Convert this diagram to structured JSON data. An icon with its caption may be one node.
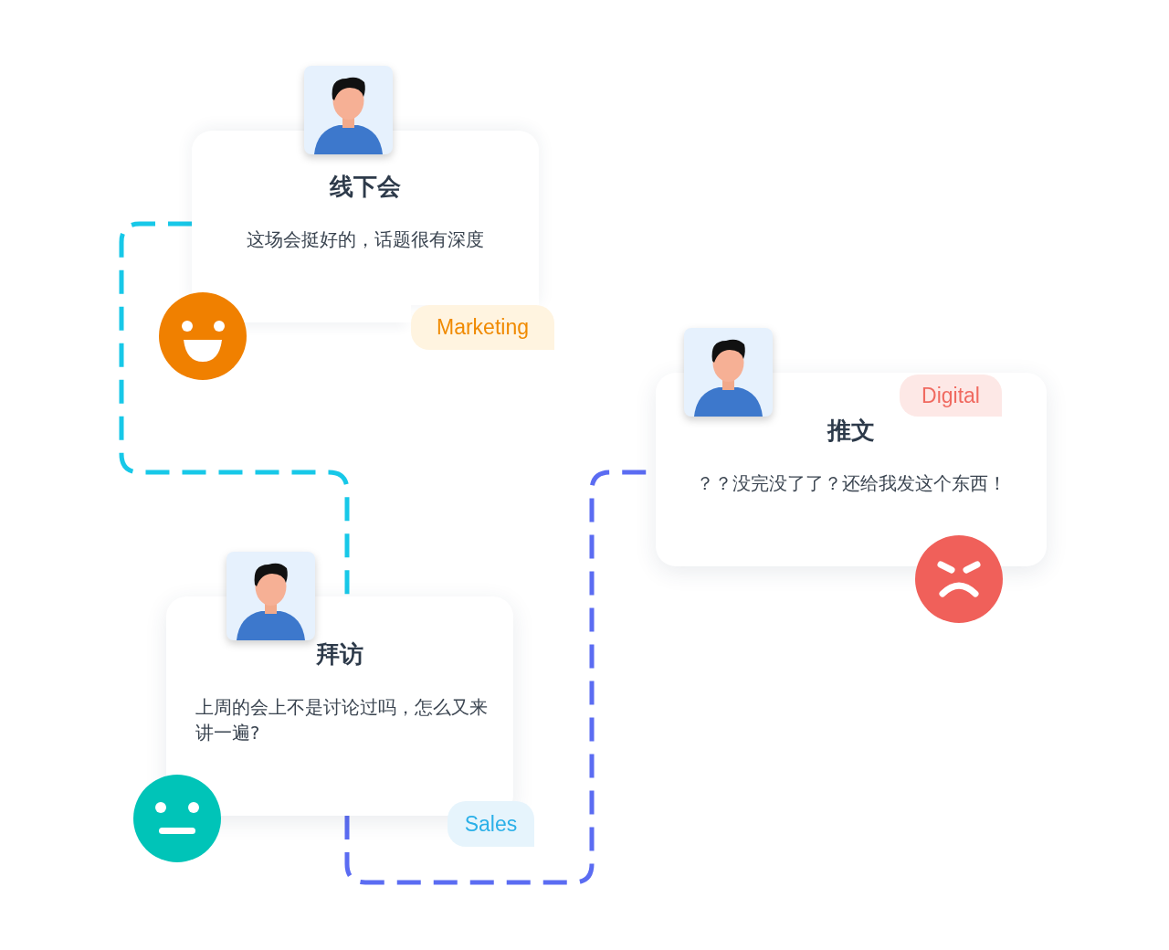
{
  "diagram": {
    "nodes": [
      {
        "text": [
          "线下会",
          "这场会挺好的，话题很有深度"
        ]
      },
      {
        "text": [
          "Marketing"
        ]
      },
      {
        "text": [
          "Digital"
        ],
        "in": 3
      },
      {
        "text": [
          "推文",
          "？？没完没了了？还给我发这个东西！"
        ]
      },
      {
        "text": [
          "拜访",
          "上周的会上不是讨论过吗，怎么又来讲一遍?"
        ]
      },
      {
        "text": [
          "Sales"
        ]
      }
    ],
    "edges": [
      {
        "from": 0,
        "to": 4,
        "arrow": "none",
        "style": "dashed",
        "color": "#17c8e8"
      },
      {
        "from": 4,
        "to": 3,
        "arrow": "none",
        "style": "dashed",
        "color": "#5b6cf2"
      }
    ]
  }
}
